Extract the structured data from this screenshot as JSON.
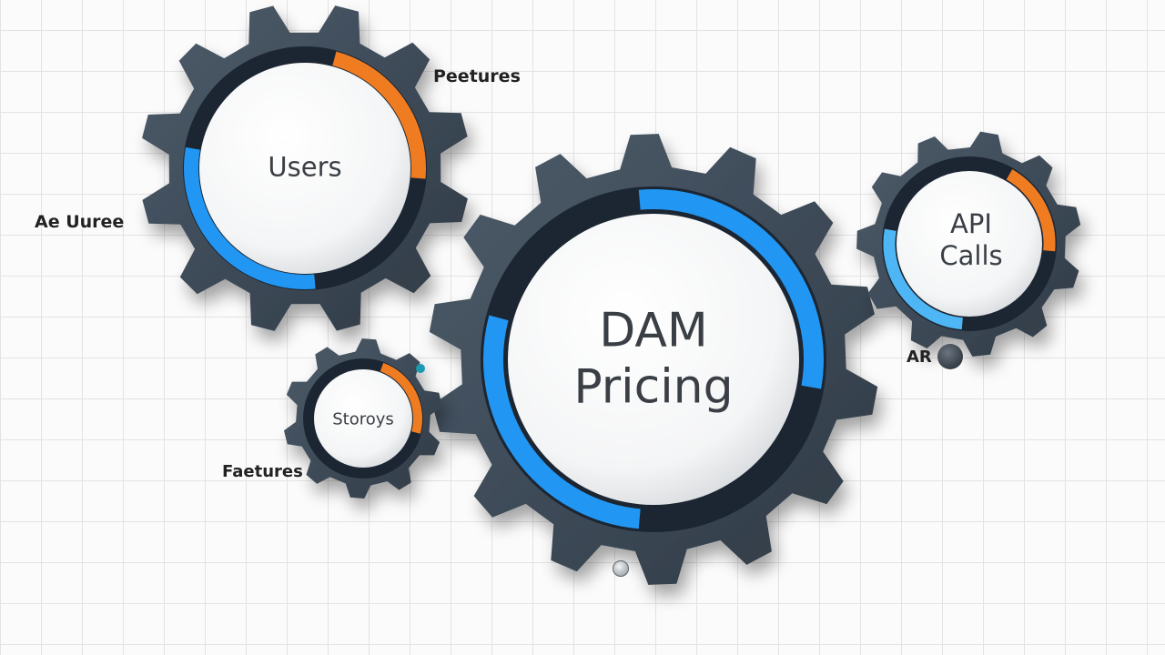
{
  "gears": {
    "users": {
      "label": "Users"
    },
    "storage": {
      "label": "Storoys"
    },
    "dam": {
      "line1": "DAM",
      "line2": "Pricing"
    },
    "api": {
      "line1": "API",
      "line2": "Calls"
    }
  },
  "captions": {
    "features_top": "Peetures",
    "left": "Ae Uuree",
    "features_bottom": "Faetures",
    "api_small": "AR"
  },
  "colors": {
    "gear_body": "#3d4a58",
    "ring_dark": "#1d2731",
    "ring_blue": "#2196f3",
    "ring_orange": "#f07b22",
    "hub": "#ffffff"
  }
}
